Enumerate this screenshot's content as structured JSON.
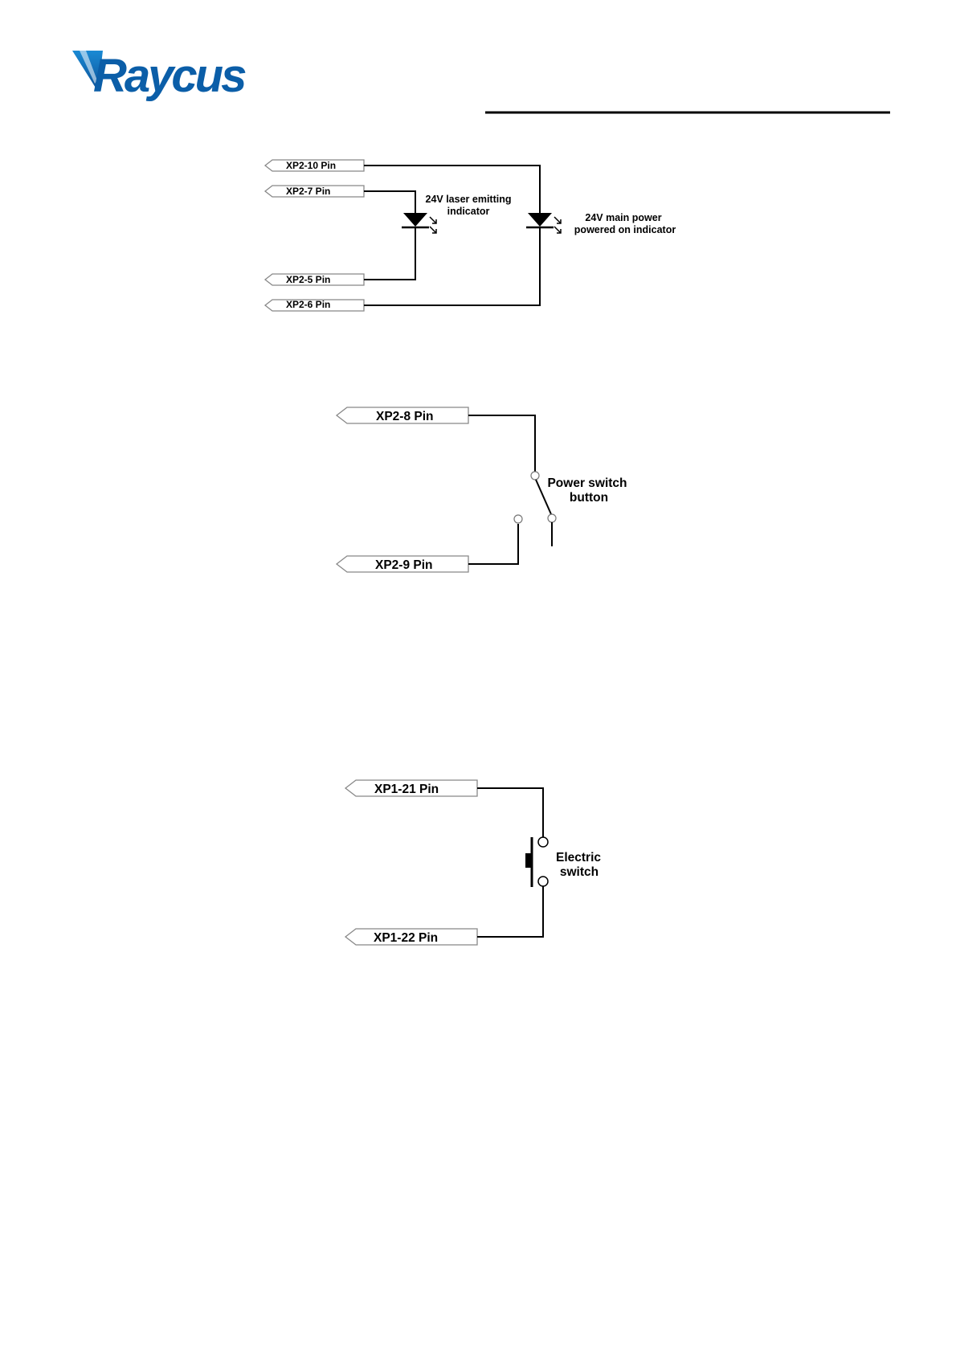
{
  "header": {
    "logo_text": "Raycus",
    "brand_color": "#0b5ea8",
    "brand_accent": "#1a8ad4"
  },
  "diagram1": {
    "pins": {
      "p10": "XP2-10 Pin",
      "p7": "XP2-7 Pin",
      "p5": "XP2-5 Pin",
      "p6": "XP2-6 Pin"
    },
    "led_laser": {
      "line1": "24V laser emitting",
      "line2": "indicator"
    },
    "led_power": {
      "line1": "24V main power",
      "line2": "powered on indicator"
    }
  },
  "diagram2": {
    "pins": {
      "p8": "XP2-8 Pin",
      "p9": "XP2-9 Pin"
    },
    "switch": {
      "line1": "Power switch",
      "line2": "button"
    }
  },
  "diagram3": {
    "pins": {
      "p21": "XP1-21 Pin",
      "p22": "XP1-22 Pin"
    },
    "switch": {
      "line1": "Electric",
      "line2": "switch"
    }
  }
}
